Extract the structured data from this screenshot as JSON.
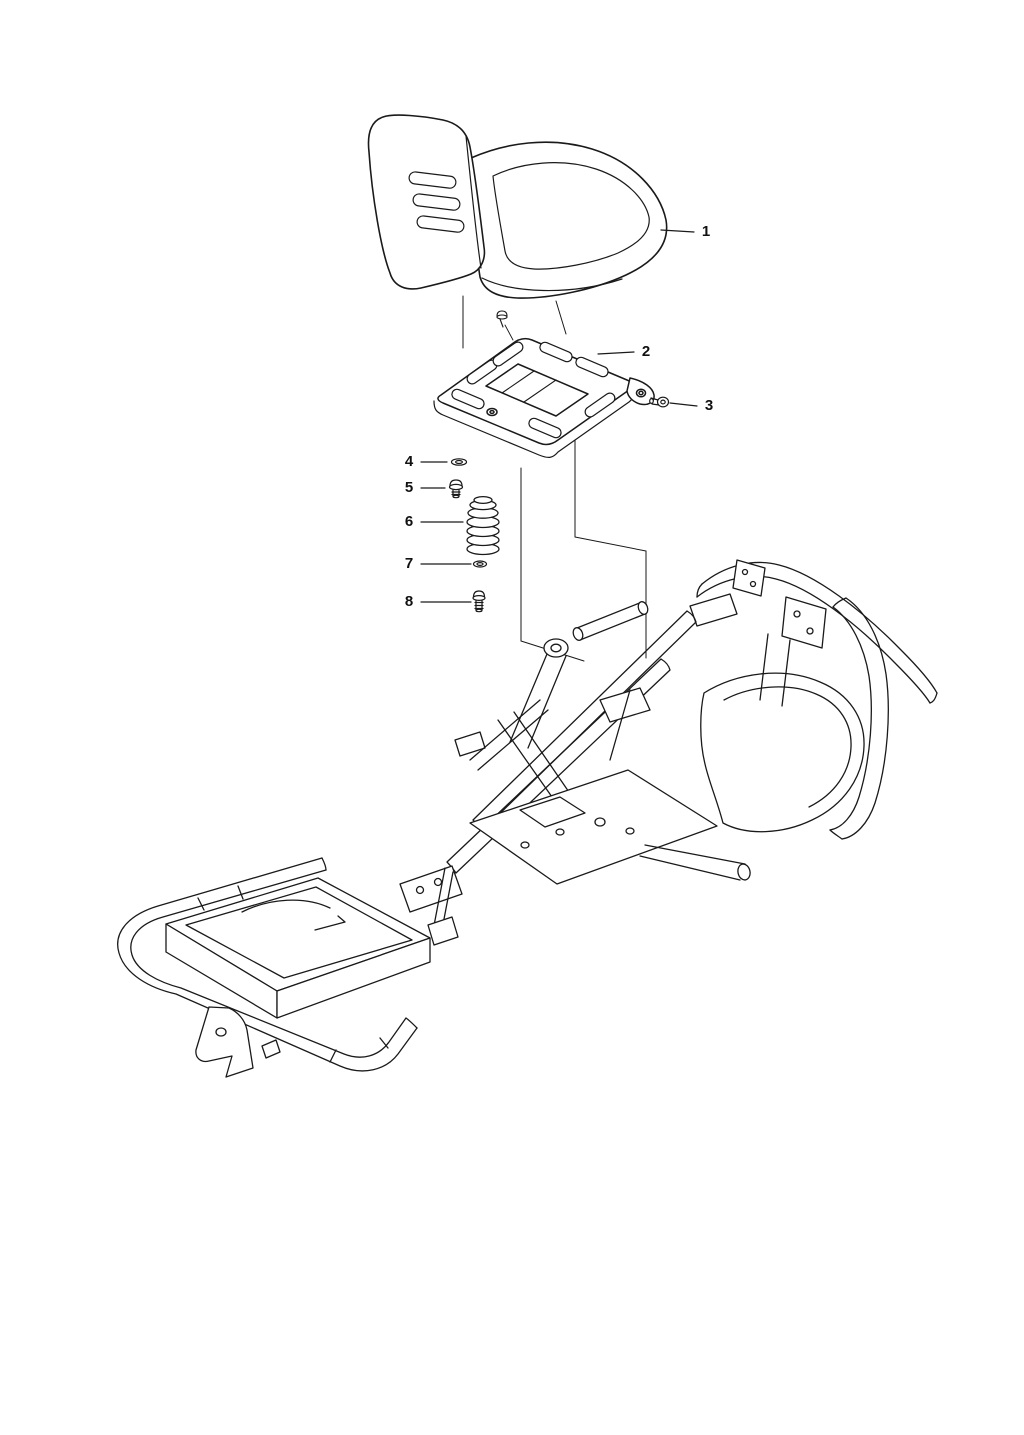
{
  "canvas": {
    "background": "#ffffff",
    "line_color": "#1a1a1a"
  },
  "diagram": {
    "type": "exploded-parts-diagram",
    "callouts": [
      {
        "label": "1",
        "part": "seat"
      },
      {
        "label": "2",
        "part": "seat-mounting-plate"
      },
      {
        "label": "3",
        "part": "screw"
      },
      {
        "label": "4",
        "part": "washer"
      },
      {
        "label": "5",
        "part": "screw"
      },
      {
        "label": "6",
        "part": "spring"
      },
      {
        "label": "7",
        "part": "washer"
      },
      {
        "label": "8",
        "part": "screw"
      }
    ]
  }
}
